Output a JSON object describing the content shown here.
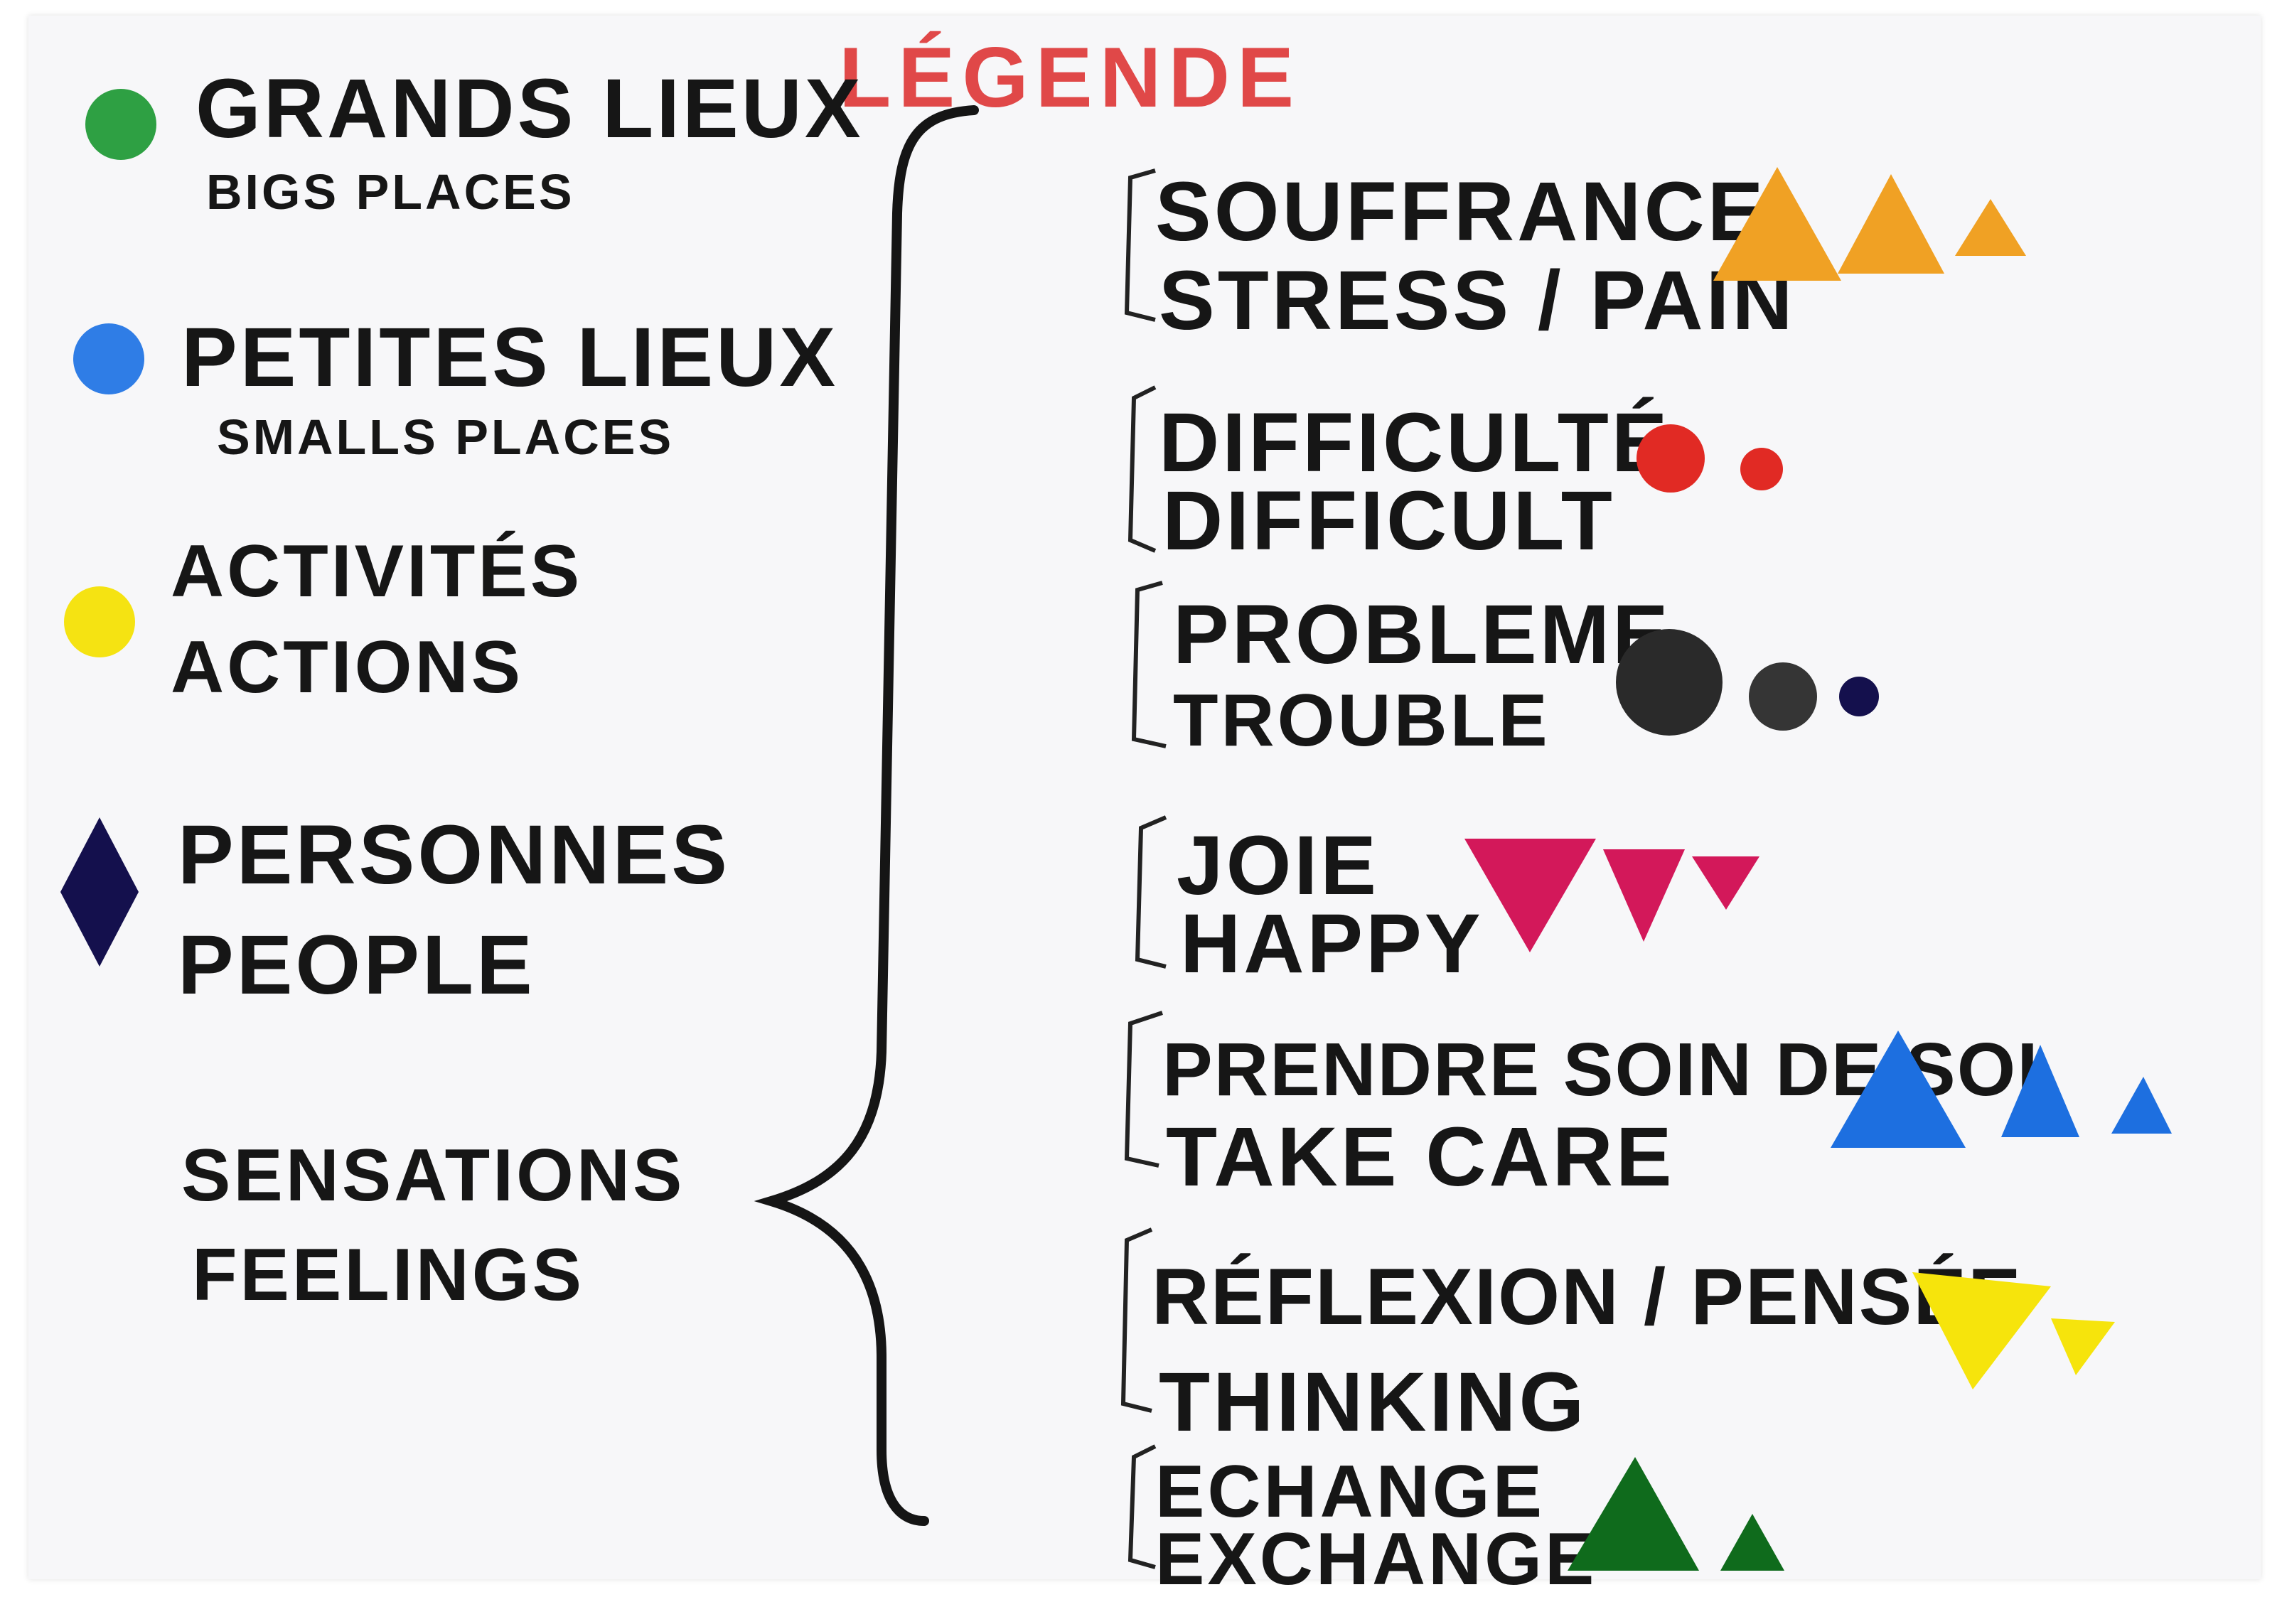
{
  "title": "LÉGENDE",
  "categories": [
    {
      "label_fr": "GRANDS LIEUX",
      "label_en": "BIGS PLACES",
      "symbol": "green-dot-icon",
      "color": "#2ea043"
    },
    {
      "label_fr": "PETITES LIEUX",
      "label_en": "SMALLS PLACES",
      "symbol": "blue-dot-icon",
      "color": "#2f7de6"
    },
    {
      "label_fr": "ACTIVITÉS",
      "label_en": "ACTIONS",
      "symbol": "yellow-dot-icon",
      "color": "#f5e312"
    },
    {
      "label_fr": "PERSONNES",
      "label_en": "PEOPLE",
      "symbol": "navy-diamond-icon",
      "color": "#14104d"
    },
    {
      "label_fr": "SENSATIONS",
      "label_en": "FEELINGS"
    }
  ],
  "feelings": [
    {
      "label_fr": "SOUFFRANCE",
      "label_en": "STRESS / PAIN",
      "symbol": "orange-triangle-icon",
      "color": "#f0a124"
    },
    {
      "label_fr": "DIFFICULTÉ",
      "label_en": "DIFFICULT",
      "symbol": "red-dot-icon",
      "color": "#e12a24"
    },
    {
      "label_fr": "PROBLEME",
      "label_en": "TROUBLE",
      "symbol": "black-dot-icon",
      "color": "#2a2a2a"
    },
    {
      "label_fr": "JOIE",
      "label_en": "HAPPY",
      "symbol": "magenta-triangle-down-icon",
      "color": "#d3185a"
    },
    {
      "label_fr": "PRENDRE SOIN DE SOI",
      "label_en": "TAKE CARE",
      "symbol": "blue-triangle-icon",
      "color": "#1d6fe0"
    },
    {
      "label_fr": "RÉFLEXION / PENSÉE",
      "label_en": "THINKING",
      "symbol": "yellow-triangle-down-icon",
      "color": "#f6e40c"
    },
    {
      "label_fr": "ECHANGE",
      "label_en": "EXCHANGE",
      "symbol": "green-triangle-icon",
      "color": "#0f6b1c"
    }
  ]
}
